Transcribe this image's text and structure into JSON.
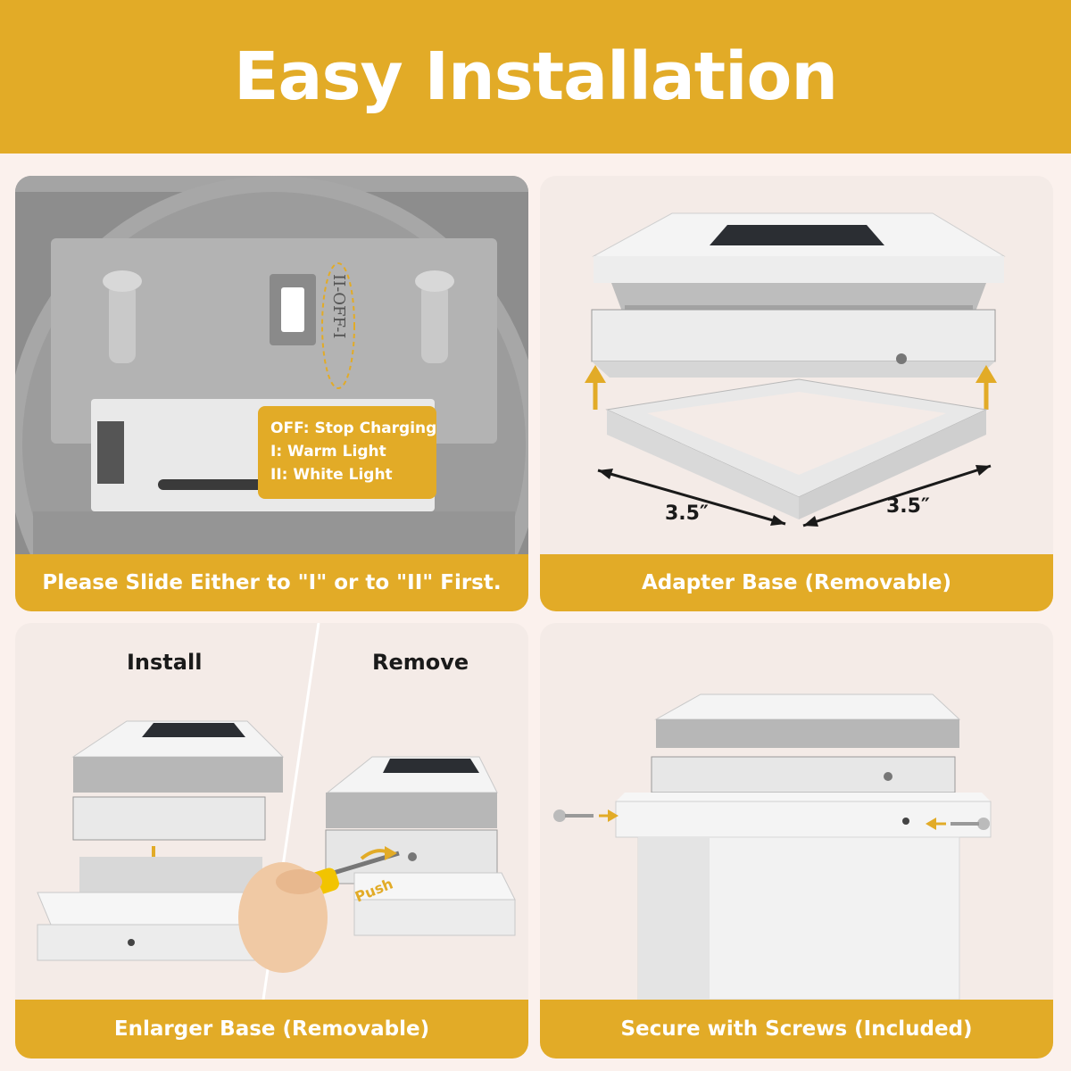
{
  "header": {
    "title": "Easy Installation"
  },
  "panels": {
    "switch": {
      "caption": "Please Slide Either to \"I\" or to \"II\" First.",
      "switch_marking": "II-OFF-I",
      "callout": [
        "OFF: Stop Charging",
        "I: Warm Light",
        "II: White Light"
      ]
    },
    "adapter": {
      "caption": "Adapter Base (Removable)",
      "width_label": "3.5″",
      "depth_label": "3.5″"
    },
    "enlarger": {
      "caption": "Enlarger Base  (Removable)",
      "install_label": "Install",
      "remove_label": "Remove",
      "push_label": "Push"
    },
    "screws": {
      "caption": "Secure with Screws (Included)"
    }
  },
  "colors": {
    "accent": "#e2ab27",
    "background": "#fbf1ed",
    "panel": "#f4ebe7"
  }
}
